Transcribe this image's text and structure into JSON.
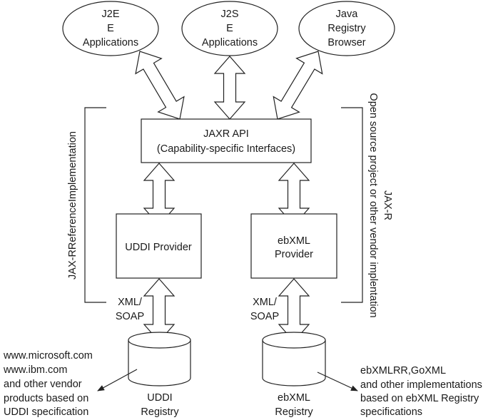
{
  "clients": [
    {
      "id": "j2ee",
      "lines": [
        "J2E",
        "E",
        "Applications"
      ]
    },
    {
      "id": "j2se",
      "lines": [
        "J2S",
        "E",
        "Applications"
      ]
    },
    {
      "id": "browser",
      "lines": [
        "Java",
        "Registry",
        "Browser"
      ]
    }
  ],
  "jaxr_api": {
    "lines": [
      "JAXR API",
      "(Capability-specific Interfaces)"
    ]
  },
  "providers": [
    {
      "id": "uddi",
      "lines": [
        "UDDI Provider"
      ]
    },
    {
      "id": "ebxml",
      "lines": [
        "ebXML",
        "Provider"
      ]
    }
  ],
  "protocol_labels": [
    {
      "lines": [
        "XML/",
        "SOAP"
      ]
    },
    {
      "lines": [
        "XML/",
        "SOAP"
      ]
    }
  ],
  "registries": [
    {
      "id": "uddi",
      "lines": [
        "UDDI",
        "Registry"
      ]
    },
    {
      "id": "ebxml",
      "lines": [
        "ebXML",
        "Registry"
      ]
    }
  ],
  "annotations": {
    "uddi_implementations": [
      "www.microsoft.com",
      "www.ibm.com",
      "and other vendor",
      "products based on",
      "UDDI specification"
    ],
    "ebxml_implementations": [
      "ebXMLRR,GoXML",
      "and other implementations",
      "based on ebXML Registry",
      "specifications"
    ]
  },
  "brackets": {
    "left_label": "JAX-RReferenceImplementation",
    "right_label_line1": "JAX-R",
    "right_label_line2": "Open source project or other vendor implentation"
  }
}
